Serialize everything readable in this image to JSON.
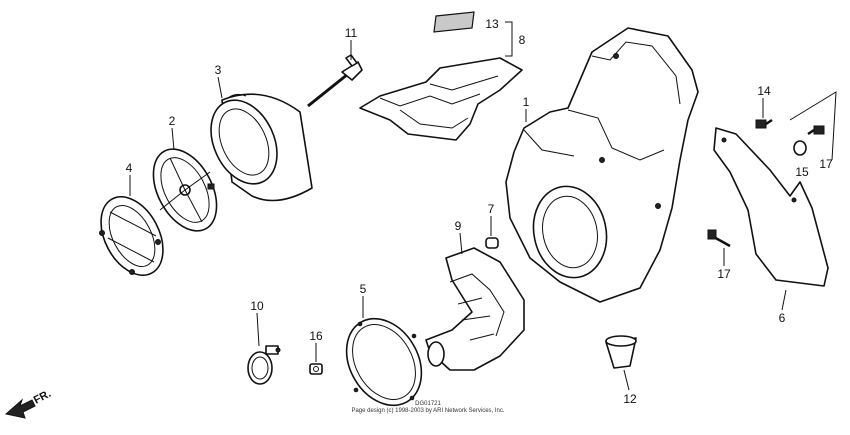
{
  "callouts": {
    "c1": "1",
    "c2": "2",
    "c3": "3",
    "c4": "4",
    "c5": "5",
    "c6": "6",
    "c7": "7",
    "c8": "8",
    "c9": "9",
    "c10": "10",
    "c11": "11",
    "c12": "12",
    "c13": "13",
    "c14": "14",
    "c15": "15",
    "c16": "16",
    "c17a": "17",
    "c17b": "17"
  },
  "direction_label": "FR.",
  "footer": {
    "line1": "DG01721",
    "line2": "Page design (c) 1998-2003 by ARI Network Services, Inc."
  }
}
